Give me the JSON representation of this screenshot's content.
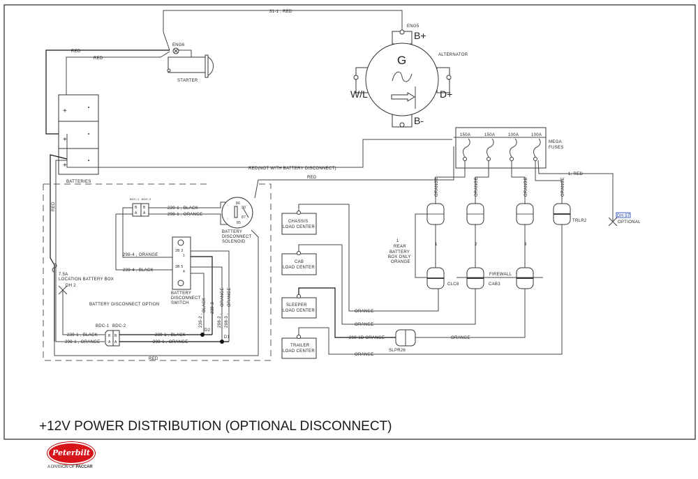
{
  "title": "+12V POWER DISTRIBUTION (OPTIONAL DISCONNECT)",
  "logo": {
    "brand": "Peterbilt",
    "subtitle_prefix": "A DIVISION OF",
    "subtitle_brand": "PACCAR",
    "brand_color": "#d8141b"
  },
  "components": {
    "starter": {
      "label": "STARTER",
      "terminal": "ENG6"
    },
    "alternator": {
      "label": "ALTERNATOR",
      "symbol": "G",
      "terminal_top": "ENG5",
      "b_plus": "B+",
      "b_minus": "B-",
      "wl": "W/L",
      "d_plus": "D+"
    },
    "batteries": {
      "label": "BATTERIES",
      "plus": "+"
    },
    "mega_fuses": {
      "label_line1": "MEGA",
      "label_line2": "FUSES",
      "ratings": [
        "150A",
        "150A",
        "100A",
        "100A"
      ]
    },
    "solenoid": {
      "line1": "BATTERY",
      "line2": "DISCONNECT",
      "line3": "SOLENOID",
      "pins": [
        "86",
        "30",
        "87",
        "85"
      ]
    },
    "switch": {
      "line1": "BATTERY",
      "line2": "DISCONNECT",
      "line3": "SWITCH",
      "pins": [
        "2B 3",
        "1",
        "3B 5",
        "4"
      ]
    },
    "bdc_top": {
      "left": "BDC-1",
      "right": "BDC-2",
      "b": "B",
      "a": "A"
    },
    "bdc_bottom": {
      "left": "BDC-1",
      "right": "BDC-2",
      "b": "B",
      "a": "A"
    },
    "fuse_location": {
      "rating": "7.5A",
      "label": "LOCATION BATTERY BOX"
    },
    "splice_dh2": "DH 2",
    "splice_dh57": "DH 57",
    "optional": "OPTIONAL",
    "disconnect_option": "BATTERY DISCONNECT OPTION",
    "load_centers": [
      {
        "line1": "CHASSIS",
        "line2": "LOAD CENTER"
      },
      {
        "line1": "CAB",
        "line2": "LOAD CENTER"
      },
      {
        "line1": "SLEEPER",
        "line2": "LOAD CENTER"
      },
      {
        "line1": "TRAILER",
        "line2": "LOAD CENTER"
      }
    ],
    "connectors": {
      "clc8": "CLC8",
      "cab3": "CAB3",
      "trlr2": "TRLR2",
      "slpr26": "SLPR26"
    },
    "firewall": "FIREWALL",
    "rear_battery_note": [
      "1",
      "REAR",
      "BATTERY",
      "BOX ONLY",
      "ORANGE"
    ],
    "circuit_numbers": [
      "1",
      "2",
      "3"
    ],
    "nodes": {
      "d1": "D1",
      "d2": "D2"
    }
  },
  "wires": {
    "top_feed": "31-1 ,  RED",
    "red": "RED",
    "red_not_disconnect": "RED(NOT WITH BATTERY DISCONNECT)",
    "one_red": "1,  RED",
    "orange": "ORANGE",
    "w239_1_black": "239-1 ,  BLACK",
    "w298_1_orange": "298-1 ,  ORANGE",
    "w298_4_orange": "298-4 ,  ORANGE",
    "w239_4_black": "239-4 ,  BLACK",
    "w239_2": "239-2 ,",
    "black": "BLACK",
    "w239_3": "239-3",
    "w298_2": "298-2 ,",
    "w298_3": "298-3 ,",
    "w298_1d_orange": "298-1D  ORANGE"
  }
}
